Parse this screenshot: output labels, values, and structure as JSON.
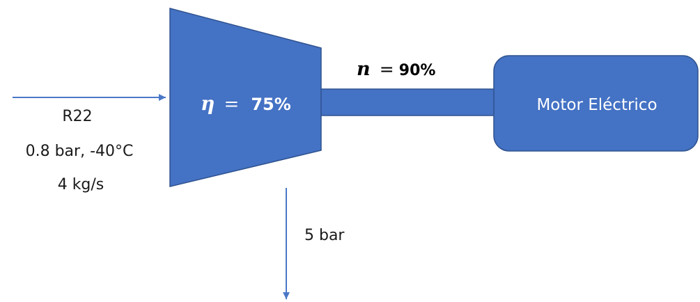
{
  "colors": {
    "block_fill": "#4472c4",
    "block_stroke": "#2f528f",
    "arrow": "#4a78c8",
    "text": "#1a1a1a",
    "text_on_block": "#ffffff"
  },
  "inlet": {
    "fluid": "R22",
    "conditions": "0.8 bar, -40°C",
    "mass_flow": "4 kg/s"
  },
  "compressor": {
    "eta_symbol": "η",
    "equals": "=",
    "efficiency": "75%"
  },
  "shaft": {
    "symbol": "n",
    "equals": "=",
    "efficiency": "90%"
  },
  "motor": {
    "label": "Motor Eléctrico"
  },
  "outlet": {
    "pressure": "5 bar"
  }
}
